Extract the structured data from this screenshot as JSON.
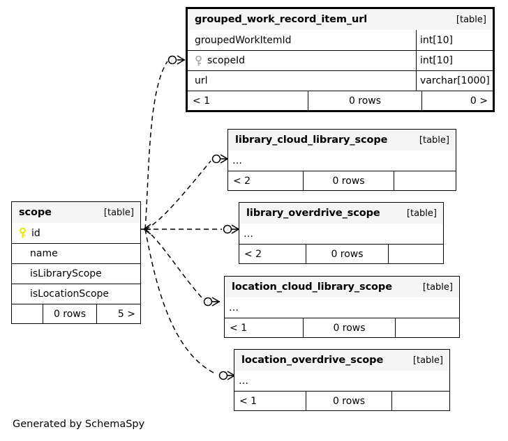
{
  "diagram": {
    "kind": "schemaspy-er-diagram",
    "credit": "Generated by SchemaSpy",
    "table_tag": "[table]",
    "ellipsis": "…",
    "key_icon_primary_color": "#e8e80c",
    "key_icon_foreign_color": "#b0b0b0",
    "edge_style": "dashed",
    "edge_color": "#000000",
    "background": "#ffffff"
  },
  "tables": [
    {
      "id": "grouped_work_record_item_url",
      "name": "grouped_work_record_item_url",
      "tag": "[table]",
      "emphasis": "thick",
      "columns": [
        {
          "name": "groupedWorkItemId",
          "type": "int[10]",
          "key": "none"
        },
        {
          "name": "scopeId",
          "type": "int[10]",
          "key": "foreign"
        },
        {
          "name": "url",
          "type": "varchar[1000]",
          "key": "none"
        }
      ],
      "footer": {
        "left": "< 1",
        "mid": "0 rows",
        "right": "0 >"
      }
    },
    {
      "id": "library_cloud_library_scope",
      "name": "library_cloud_library_scope",
      "tag": "[table]",
      "emphasis": "normal",
      "columns": [
        {
          "name": "…",
          "type": "",
          "key": "none"
        }
      ],
      "footer": {
        "left": "< 2",
        "mid": "0 rows",
        "right": ""
      }
    },
    {
      "id": "library_overdrive_scope",
      "name": "library_overdrive_scope",
      "tag": "[table]",
      "emphasis": "normal",
      "columns": [
        {
          "name": "…",
          "type": "",
          "key": "none"
        }
      ],
      "footer": {
        "left": "< 2",
        "mid": "0 rows",
        "right": ""
      }
    },
    {
      "id": "scope",
      "name": "scope",
      "tag": "[table]",
      "emphasis": "normal",
      "columns": [
        {
          "name": "id",
          "type": "",
          "key": "primary"
        },
        {
          "name": "name",
          "type": "",
          "key": "none"
        },
        {
          "name": "isLibraryScope",
          "type": "",
          "key": "none"
        },
        {
          "name": "isLocationScope",
          "type": "",
          "key": "none"
        }
      ],
      "footer": {
        "left": "",
        "mid": "0 rows",
        "right": "5 >"
      }
    },
    {
      "id": "location_cloud_library_scope",
      "name": "location_cloud_library_scope",
      "tag": "[table]",
      "emphasis": "normal",
      "columns": [
        {
          "name": "…",
          "type": "",
          "key": "none"
        }
      ],
      "footer": {
        "left": "< 1",
        "mid": "0 rows",
        "right": ""
      }
    },
    {
      "id": "location_overdrive_scope",
      "name": "location_overdrive_scope",
      "tag": "[table]",
      "emphasis": "normal",
      "columns": [
        {
          "name": "…",
          "type": "",
          "key": "none"
        }
      ],
      "footer": {
        "left": "< 1",
        "mid": "0 rows",
        "right": ""
      }
    }
  ],
  "relationships": [
    {
      "from": "scope",
      "from_column": "id",
      "to": "grouped_work_record_item_url",
      "to_column": "scopeId"
    },
    {
      "from": "scope",
      "from_column": "id",
      "to": "library_cloud_library_scope",
      "to_column": "…"
    },
    {
      "from": "scope",
      "from_column": "id",
      "to": "library_overdrive_scope",
      "to_column": "…"
    },
    {
      "from": "scope",
      "from_column": "id",
      "to": "location_cloud_library_scope",
      "to_column": "…"
    },
    {
      "from": "scope",
      "from_column": "id",
      "to": "location_overdrive_scope",
      "to_column": "…"
    }
  ]
}
